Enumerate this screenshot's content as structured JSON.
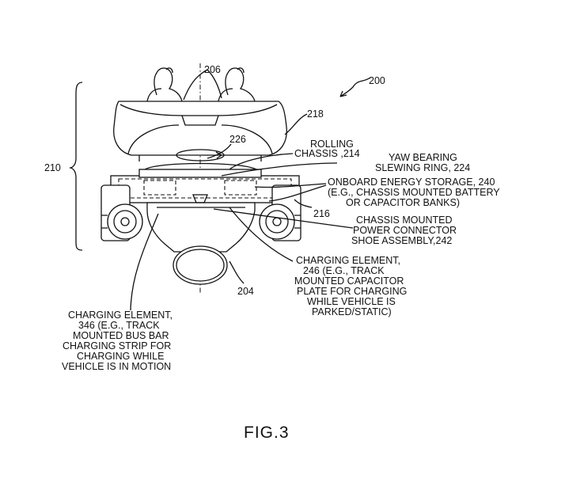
{
  "figure": {
    "caption": "FIG.3"
  },
  "labels": {
    "ref_200": "200",
    "ref_206": "206",
    "ref_210": "210",
    "ref_218": "218",
    "ref_226": "226",
    "ref_216": "216",
    "ref_204": "204",
    "rolling_chassis": [
      "ROLLING",
      "CHASSIS ,214"
    ],
    "yaw_bearing": [
      "YAW BEARING",
      "SLEWING RING, 224"
    ],
    "onboard_energy": [
      "ONBOARD ENERGY STORAGE, 240",
      "(E.G., CHASSIS MOUNTED BATTERY",
      "OR CAPACITOR BANKS)"
    ],
    "connector_shoe": [
      "CHASSIS MOUNTED",
      "POWER CONNECTOR",
      "SHOE ASSEMBLY,242"
    ],
    "charging_246": [
      "CHARGING ELEMENT,",
      "246 (E.G., TRACK",
      "MOUNTED CAPACITOR",
      "PLATE FOR CHARGING",
      "WHILE VEHICLE IS",
      "PARKED/STATIC)"
    ],
    "charging_346": [
      "CHARGING ELEMENT,",
      "346 (E.G., TRACK",
      "MOUNTED BUS BAR",
      "CHARGING STRIP FOR",
      "CHARGING WHILE",
      "VEHICLE IS IN MOTION"
    ]
  }
}
